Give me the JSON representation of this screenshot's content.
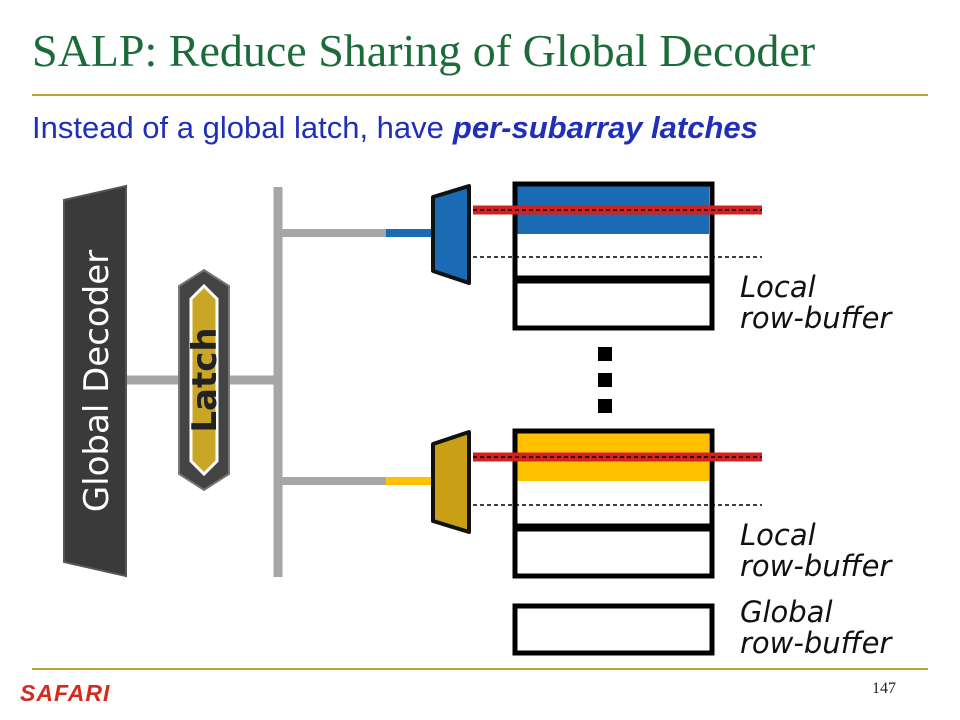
{
  "slide": {
    "title": "SALP: Reduce Sharing of Global Decoder",
    "subtitle_plain": "Instead of a global latch, have",
    "subtitle_emphasis": "per-subarray latches",
    "brand": "SAFARI",
    "page_number": "147"
  },
  "diagram": {
    "global_decoder_label": "Global Decoder",
    "latch_label": "Latch",
    "top_subarray_buffer_label": [
      "Local",
      "row-buffer"
    ],
    "bottom_subarray_buffer_label": [
      "Local",
      "row-buffer"
    ],
    "global_buffer_label": [
      "Global",
      "row-buffer"
    ],
    "colors": {
      "decoder": "#3a3a3a",
      "latch": "#c9a626",
      "bus": "#a6a6a6",
      "top_subarray": "#1a6bb3",
      "bottom_subarray": "#ffc000",
      "wordline": "#d42020"
    }
  }
}
